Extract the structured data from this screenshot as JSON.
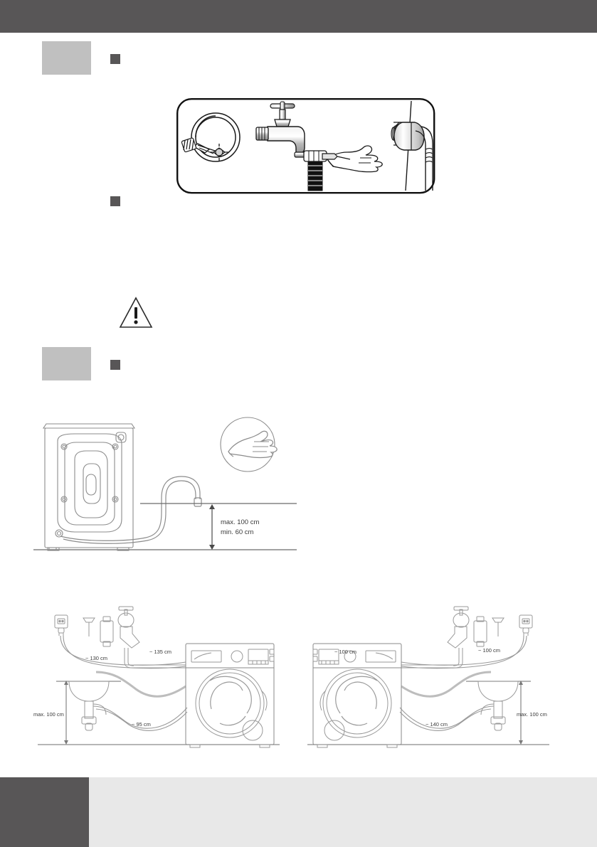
{
  "document": {
    "type": "appliance-installation-manual-page",
    "page_background": "#ffffff",
    "header_band_color": "#585657",
    "footer_band_color": "#585657",
    "footer_fill_color": "#e8e8e8",
    "placeholder_block_color": "#c0c0c0",
    "bullet_color": "#585657"
  },
  "sections": [
    {
      "id": "section-1",
      "heading_placeholder": "",
      "bullets": [
        "",
        ""
      ]
    },
    {
      "id": "section-2",
      "heading_placeholder": "",
      "bullets": [
        ""
      ]
    }
  ],
  "warning": {
    "icon": "warning-triangle-icon",
    "symbol": "!"
  },
  "figures": {
    "hose_connection": {
      "name": "water-inlet-hose-connection-figure",
      "items": [
        "coiled-inlet-hose-with-connectors",
        "wall-tap-faucet",
        "hand-attaching-hose-connector",
        "threaded-seal-ring",
        "hose-connector-on-machine-inlet"
      ]
    },
    "drain_height": {
      "name": "drain-hose-height-figure",
      "items": [
        "washing-machine-rear-view",
        "drain-hose",
        "hand-warning-badge",
        "height-dimension-arrow"
      ],
      "labels": {
        "max": "max. 100 cm",
        "min": "min. 60 cm"
      }
    },
    "layout_left": {
      "name": "installation-layout-machine-right",
      "items": [
        "wall-socket-with-plug",
        "water-tap-valve",
        "drain-standpipe-fitting",
        "wash-basin-with-trap",
        "washing-machine-front-view"
      ],
      "labels": {
        "power_cable": "~ 130 cm",
        "inlet_hose": "~ 135 cm",
        "drain_hose": "~ 95 cm",
        "height": "max. 100 cm"
      }
    },
    "layout_right": {
      "name": "installation-layout-machine-left",
      "items": [
        "washing-machine-front-view",
        "water-tap-valve",
        "drain-standpipe-fitting",
        "wash-basin-with-trap",
        "wall-socket-with-plug"
      ],
      "labels": {
        "inlet_hose": "~ 100 cm",
        "power_cable": "~ 100 cm",
        "drain_hose": "~ 140 cm",
        "height": "max. 100 cm"
      }
    }
  }
}
